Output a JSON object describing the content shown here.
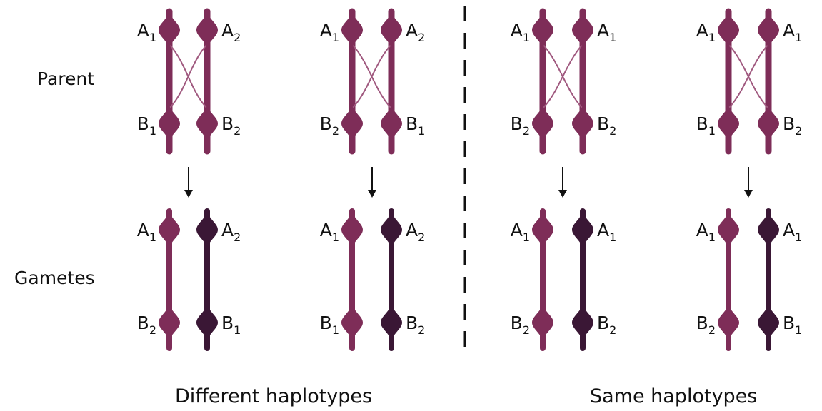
{
  "row_labels": {
    "parent": "Parent",
    "gametes": "Gametes"
  },
  "captions": {
    "different": "Different haplotypes",
    "same": "Same haplotypes"
  },
  "colors": {
    "light_chromosome": "#7e2d58",
    "dark_chromosome": "#3a1735",
    "crossover_line": "#a0597f",
    "arrow": "#111111",
    "divider": "#111111"
  },
  "groups": [
    {
      "parent": {
        "left_top": {
          "base": "A",
          "sub": "1"
        },
        "right_top": {
          "base": "A",
          "sub": "2"
        },
        "left_bottom": {
          "base": "B",
          "sub": "1"
        },
        "right_bottom": {
          "base": "B",
          "sub": "2"
        }
      },
      "gametes": {
        "left_top": {
          "base": "A",
          "sub": "1"
        },
        "right_top": {
          "base": "A",
          "sub": "2"
        },
        "left_bottom": {
          "base": "B",
          "sub": "2"
        },
        "right_bottom": {
          "base": "B",
          "sub": "1"
        }
      }
    },
    {
      "parent": {
        "left_top": {
          "base": "A",
          "sub": "1"
        },
        "right_top": {
          "base": "A",
          "sub": "2"
        },
        "left_bottom": {
          "base": "B",
          "sub": "2"
        },
        "right_bottom": {
          "base": "B",
          "sub": "1"
        }
      },
      "gametes": {
        "left_top": {
          "base": "A",
          "sub": "1"
        },
        "right_top": {
          "base": "A",
          "sub": "2"
        },
        "left_bottom": {
          "base": "B",
          "sub": "1"
        },
        "right_bottom": {
          "base": "B",
          "sub": "2"
        }
      }
    },
    {
      "parent": {
        "left_top": {
          "base": "A",
          "sub": "1"
        },
        "right_top": {
          "base": "A",
          "sub": "1"
        },
        "left_bottom": {
          "base": "B",
          "sub": "2"
        },
        "right_bottom": {
          "base": "B",
          "sub": "2"
        }
      },
      "gametes": {
        "left_top": {
          "base": "A",
          "sub": "1"
        },
        "right_top": {
          "base": "A",
          "sub": "1"
        },
        "left_bottom": {
          "base": "B",
          "sub": "2"
        },
        "right_bottom": {
          "base": "B",
          "sub": "2"
        }
      }
    },
    {
      "parent": {
        "left_top": {
          "base": "A",
          "sub": "1"
        },
        "right_top": {
          "base": "A",
          "sub": "1"
        },
        "left_bottom": {
          "base": "B",
          "sub": "1"
        },
        "right_bottom": {
          "base": "B",
          "sub": "2"
        }
      },
      "gametes": {
        "left_top": {
          "base": "A",
          "sub": "1"
        },
        "right_top": {
          "base": "A",
          "sub": "1"
        },
        "left_bottom": {
          "base": "B",
          "sub": "2"
        },
        "right_bottom": {
          "base": "B",
          "sub": "1"
        }
      }
    }
  ]
}
